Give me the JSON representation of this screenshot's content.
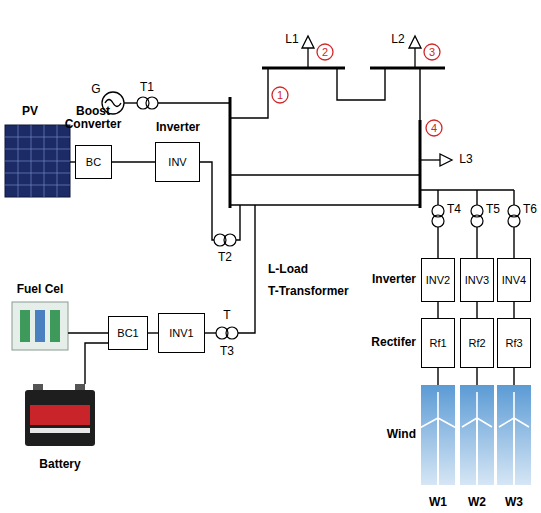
{
  "diagram": {
    "nodes": [
      {
        "text": [
          "1"
        ]
      },
      {
        "text": [
          "2"
        ]
      },
      {
        "text": [
          "3"
        ]
      },
      {
        "text": [
          "4"
        ]
      },
      {
        "text": [
          "BC"
        ]
      },
      {
        "text": [
          "INV"
        ]
      },
      {
        "text": [
          "BC1"
        ]
      },
      {
        "text": [
          "INV1"
        ]
      },
      {
        "text": [
          "INV2"
        ]
      },
      {
        "text": [
          "INV3"
        ]
      },
      {
        "text": [
          "INV4"
        ]
      },
      {
        "text": [
          "Rf1"
        ]
      },
      {
        "text": [
          "Rf2"
        ]
      },
      {
        "text": [
          "Rf3"
        ]
      }
    ],
    "edges": [
      {
        "from": 4,
        "to": 5,
        "arrow": "none"
      },
      {
        "from": 6,
        "to": 7,
        "arrow": "none"
      },
      {
        "from": 8,
        "to": 11,
        "arrow": "none"
      },
      {
        "from": 9,
        "to": 12,
        "arrow": "none"
      },
      {
        "from": 10,
        "to": 13,
        "arrow": "none"
      }
    ],
    "labels": [
      "G",
      "T1",
      "L1",
      "L2",
      "PV",
      "Boost Converter",
      "Inverter",
      "T2",
      "L3",
      "T4",
      "T5",
      "T6",
      "L-Load",
      "T-Transformer",
      "Inverter",
      "Fuel Cel",
      "T",
      "T3",
      "Rectifer",
      "Battery",
      "Wind",
      "W1",
      "W2",
      "W3"
    ]
  }
}
